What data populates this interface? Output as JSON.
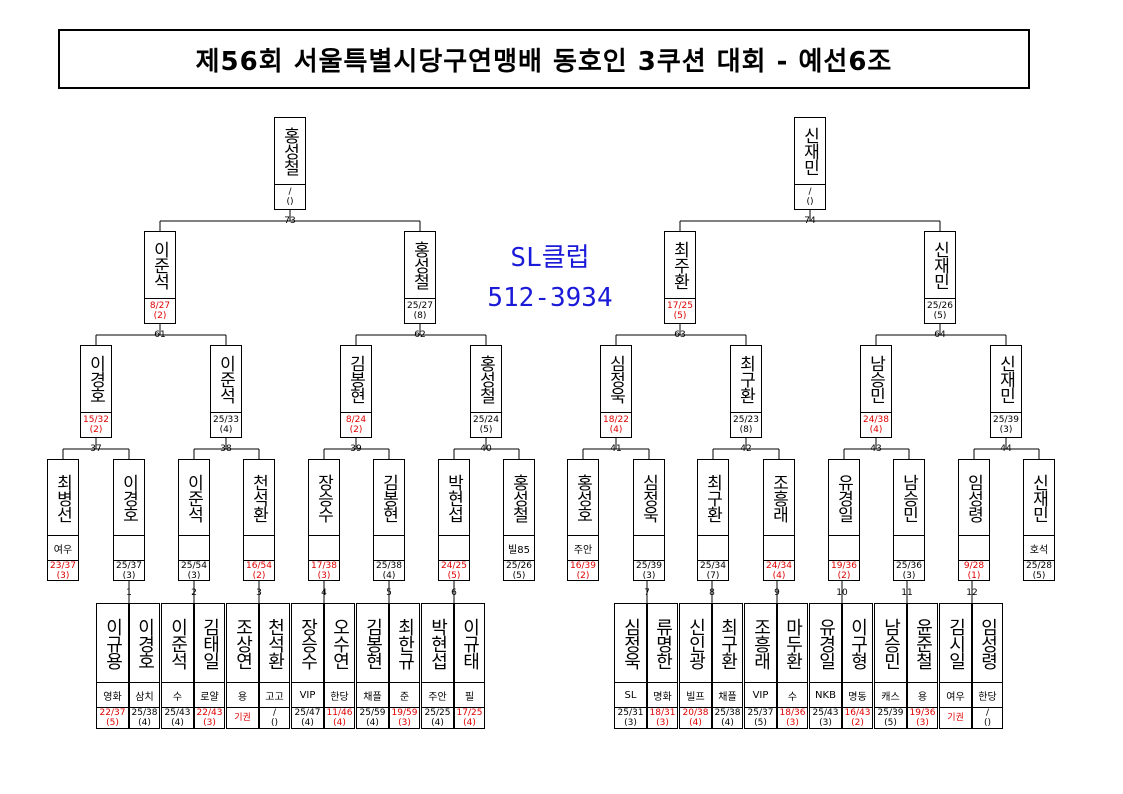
{
  "title": "제56회 서울특별시당구연맹배 동호인 3쿠션 대회 - 예선6조",
  "sponsor": {
    "name": "SL클럽",
    "phone": "512-3934"
  },
  "final_top": [
    {
      "name": "홍성철",
      "score": [
        "/",
        "()"
      ],
      "red": false
    },
    {
      "name": "신재민",
      "score": [
        "/",
        "()"
      ],
      "red": false
    }
  ],
  "round3": [
    {
      "name": "이준석",
      "score": [
        "8/27",
        "(2)"
      ],
      "red": true
    },
    {
      "name": "홍성철",
      "score": [
        "25/27",
        "(8)"
      ],
      "red": false
    },
    {
      "name": "최주환",
      "score": [
        "17/25",
        "(5)"
      ],
      "red": true
    },
    {
      "name": "신재민",
      "score": [
        "25/26",
        "(5)"
      ],
      "red": false
    }
  ],
  "round2": [
    {
      "name": "이경호",
      "score": [
        "15/32",
        "(2)"
      ],
      "red": true
    },
    {
      "name": "이준석",
      "score": [
        "25/33",
        "(4)"
      ],
      "red": false
    },
    {
      "name": "김봉현",
      "score": [
        "8/24",
        "(2)"
      ],
      "red": true
    },
    {
      "name": "홍성철",
      "score": [
        "25/24",
        "(5)"
      ],
      "red": false
    },
    {
      "name": "심정욱",
      "score": [
        "18/22",
        "(4)"
      ],
      "red": true
    },
    {
      "name": "최구환",
      "score": [
        "25/23",
        "(8)"
      ],
      "red": false
    },
    {
      "name": "남승민",
      "score": [
        "24/38",
        "(4)"
      ],
      "red": true
    },
    {
      "name": "신재민",
      "score": [
        "25/39",
        "(3)"
      ],
      "red": false
    }
  ],
  "round1": [
    {
      "name": "최병선",
      "club": "여우",
      "score": [
        "23/37",
        "(3)"
      ],
      "red": true
    },
    {
      "name": "이경호",
      "club": "",
      "score": [
        "25/37",
        "(3)"
      ],
      "red": false
    },
    {
      "name": "이준석",
      "club": "",
      "score": [
        "25/54",
        "(3)"
      ],
      "red": false
    },
    {
      "name": "천석환",
      "club": "",
      "score": [
        "16/54",
        "(2)"
      ],
      "red": true
    },
    {
      "name": "장승수",
      "club": "",
      "score": [
        "17/38",
        "(3)"
      ],
      "red": true
    },
    {
      "name": "김봉현",
      "club": "",
      "score": [
        "25/38",
        "(4)"
      ],
      "red": false
    },
    {
      "name": "박현섭",
      "club": "",
      "score": [
        "24/25",
        "(5)"
      ],
      "red": true
    },
    {
      "name": "홍성철",
      "club": "빌85",
      "score": [
        "25/26",
        "(5)"
      ],
      "red": false
    },
    {
      "name": "홍성호",
      "club": "주안",
      "score": [
        "16/39",
        "(2)"
      ],
      "red": true
    },
    {
      "name": "심정욱",
      "club": "",
      "score": [
        "25/39",
        "(3)"
      ],
      "red": false
    },
    {
      "name": "최구환",
      "club": "",
      "score": [
        "25/34",
        "(7)"
      ],
      "red": false
    },
    {
      "name": "조흥래",
      "club": "",
      "score": [
        "24/34",
        "(4)"
      ],
      "red": true
    },
    {
      "name": "유경일",
      "club": "",
      "score": [
        "19/36",
        "(2)"
      ],
      "red": true
    },
    {
      "name": "남승민",
      "club": "",
      "score": [
        "25/36",
        "(3)"
      ],
      "red": false
    },
    {
      "name": "임성령",
      "club": "",
      "score": [
        "9/28",
        "(1)"
      ],
      "red": true
    },
    {
      "name": "신재민",
      "club": "호석",
      "score": [
        "25/28",
        "(5)"
      ],
      "red": false
    }
  ],
  "round0": [
    {
      "name": "이규용",
      "club": "영화",
      "score": [
        "22/37",
        "(5)"
      ],
      "red": true
    },
    {
      "name": "이경호",
      "club": "삼치",
      "score": [
        "25/38",
        "(4)"
      ],
      "red": false
    },
    {
      "name": "이준석",
      "club": "수",
      "score": [
        "25/43",
        "(4)"
      ],
      "red": false
    },
    {
      "name": "김태일",
      "club": "로얄",
      "score": [
        "22/43",
        "(3)"
      ],
      "red": true
    },
    {
      "name": "조상연",
      "club": "용",
      "score": [
        "기권"
      ],
      "red": true
    },
    {
      "name": "천석환",
      "club": "고고",
      "score": [
        "/",
        "()"
      ],
      "red": false
    },
    {
      "name": "장승수",
      "club": "VIP",
      "score": [
        "25/47",
        "(4)"
      ],
      "red": false
    },
    {
      "name": "오수연",
      "club": "한당",
      "score": [
        "11/46",
        "(4)"
      ],
      "red": true
    },
    {
      "name": "김봉현",
      "club": "채플",
      "score": [
        "25/59",
        "(4)"
      ],
      "red": false
    },
    {
      "name": "최한규",
      "club": "준",
      "score": [
        "19/59",
        "(3)"
      ],
      "red": true
    },
    {
      "name": "박현섭",
      "club": "주안",
      "score": [
        "25/25",
        "(4)"
      ],
      "red": false
    },
    {
      "name": "이규태",
      "club": "필",
      "score": [
        "17/25",
        "(4)"
      ],
      "red": true
    },
    {
      "name": "심정욱",
      "club": "SL",
      "score": [
        "25/31",
        "(3)"
      ],
      "red": false
    },
    {
      "name": "류명한",
      "club": "명화",
      "score": [
        "18/31",
        "(3)"
      ],
      "red": true
    },
    {
      "name": "신인광",
      "club": "빌프",
      "score": [
        "20/38",
        "(4)"
      ],
      "red": true
    },
    {
      "name": "최구환",
      "club": "채플",
      "score": [
        "25/38",
        "(4)"
      ],
      "red": false
    },
    {
      "name": "조흥래",
      "club": "VIP",
      "score": [
        "25/37",
        "(5)"
      ],
      "red": false
    },
    {
      "name": "마두환",
      "club": "수",
      "score": [
        "18/36",
        "(3)"
      ],
      "red": true
    },
    {
      "name": "유경일",
      "club": "NKB",
      "score": [
        "25/43",
        "(3)"
      ],
      "red": false
    },
    {
      "name": "이구형",
      "club": "명동",
      "score": [
        "16/43",
        "(2)"
      ],
      "red": true
    },
    {
      "name": "남승민",
      "club": "캐스",
      "score": [
        "25/39",
        "(5)"
      ],
      "red": false
    },
    {
      "name": "윤준철",
      "club": "용",
      "score": [
        "19/36",
        "(3)"
      ],
      "red": true
    },
    {
      "name": "김시일",
      "club": "여우",
      "score": [
        "기권"
      ],
      "red": true
    },
    {
      "name": "임성령",
      "club": "한당",
      "score": [
        "/",
        "()"
      ],
      "red": false
    }
  ],
  "match_numbers": {
    "top": [
      "73",
      "74"
    ],
    "r3": [
      "61",
      "62",
      "63",
      "64"
    ],
    "r2": [
      "37",
      "38",
      "39",
      "40",
      "41",
      "42",
      "43",
      "44"
    ],
    "r1": [
      "1",
      "2",
      "3",
      "4",
      "5",
      "6",
      "7",
      "8",
      "9",
      "10",
      "11",
      "12"
    ]
  }
}
